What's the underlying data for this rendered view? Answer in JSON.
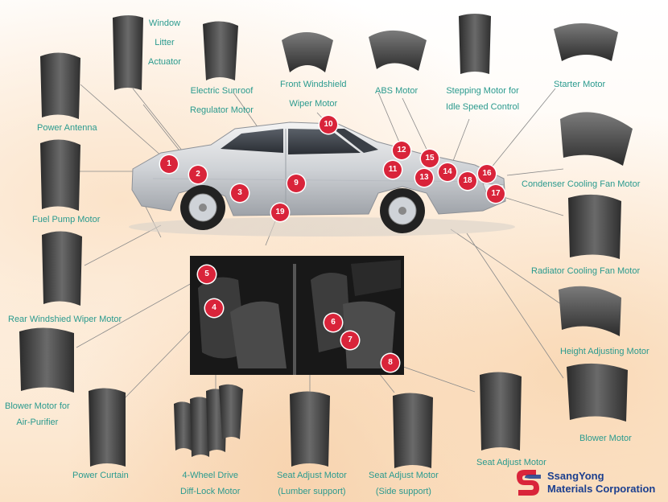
{
  "parts": [
    {
      "label_line1": "Window",
      "label_line2": "Litter",
      "label_line3": "Actuator"
    },
    {
      "label_line1": "Electric Sunroof",
      "label_line2": "Regulator Motor"
    },
    {
      "label_line1": "Front Windshield",
      "label_line2": "Wiper Motor"
    },
    {
      "label": "ABS Motor"
    },
    {
      "label_line1": "Stepping Motor for",
      "label_line2": "Idle Speed Control"
    },
    {
      "label": "Starter Motor"
    },
    {
      "label": "Power Antenna"
    },
    {
      "label": "Condenser Cooling Fan Motor"
    },
    {
      "label": "Fuel Pump Motor"
    },
    {
      "label": "Radiator Cooling Fan Motor"
    },
    {
      "label": "Rear Windshied Wiper Motor"
    },
    {
      "label": "Height Adjusting Motor"
    },
    {
      "label_line1": "Blower Motor for",
      "label_line2": "Air-Purifier"
    },
    {
      "label": "Blower Motor"
    },
    {
      "label": "Power Curtain"
    },
    {
      "label_line1": "4-Wheel Drive",
      "label_line2": "Diff-Lock Motor"
    },
    {
      "label_line1": "Seat Adjust Motor",
      "label_line2": "(Lumber support)"
    },
    {
      "label_line1": "Seat Adjust Motor",
      "label_line2": "(Side support)"
    },
    {
      "label": "Seat Adjust Motor"
    }
  ],
  "callouts": [
    "1",
    "2",
    "3",
    "4",
    "5",
    "6",
    "7",
    "8",
    "9",
    "10",
    "11",
    "12",
    "13",
    "14",
    "15",
    "16",
    "17",
    "18",
    "19"
  ],
  "logo": {
    "line1": "SsangYong",
    "line2": "Materials Corporation",
    "mark": "SS"
  },
  "colors": {
    "label_text": "#2a9a8e",
    "callout": "#d9243a",
    "logo": "#1b3f8f",
    "magnet": "#3a3a3a"
  }
}
